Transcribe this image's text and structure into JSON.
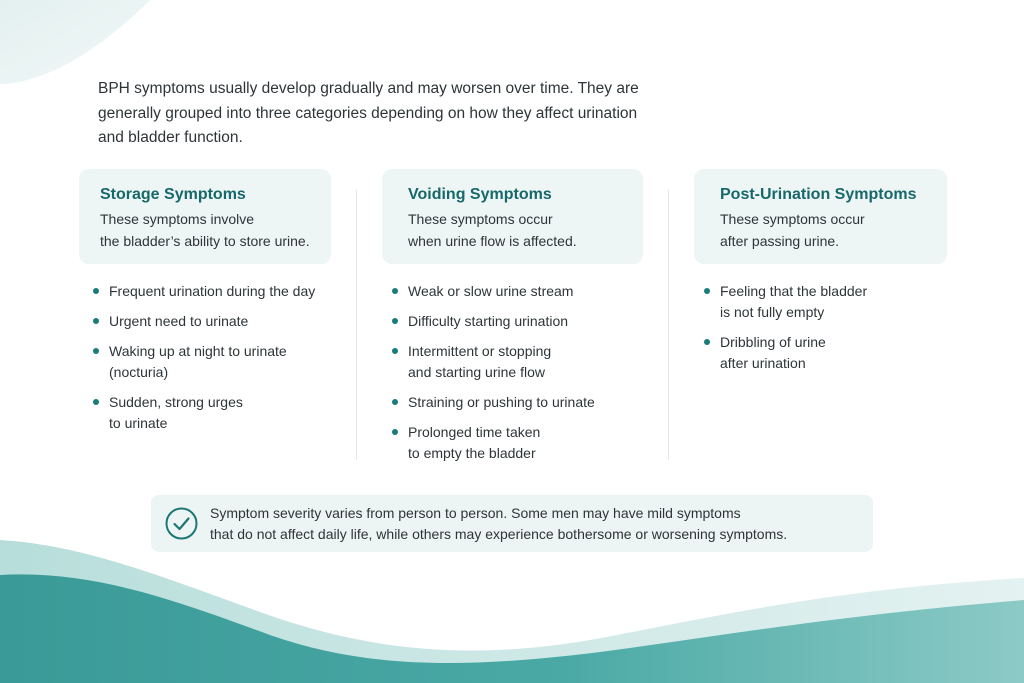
{
  "intro": {
    "line1": "BPH symptoms usually develop gradually and may worsen over time. They are",
    "line2": "generally grouped into three categories depending on how they affect urination",
    "line3": "and bladder function."
  },
  "categories": [
    {
      "title": "Storage Symptoms",
      "desc_line1": "These symptoms involve",
      "desc_line2": "the bladder’s ability to store urine.",
      "items": [
        {
          "line1": "Frequent urination during the day"
        },
        {
          "line1": "Urgent need to urinate"
        },
        {
          "line1": "Waking up at night to urinate",
          "line2": "(nocturia)"
        },
        {
          "line1": "Sudden, strong urges",
          "line2": "to urinate"
        }
      ]
    },
    {
      "title": "Voiding Symptoms",
      "desc_line1": "These symptoms occur",
      "desc_line2": "when urine flow is affected.",
      "items": [
        {
          "line1": "Weak or slow urine stream"
        },
        {
          "line1": "Difficulty starting urination"
        },
        {
          "line1": "Intermittent or stopping",
          "line2": "and starting urine flow"
        },
        {
          "line1": "Straining or pushing to urinate"
        },
        {
          "line1": "Prolonged time taken",
          "line2": "to empty the bladder"
        }
      ]
    },
    {
      "title": "Post-Urination Symptoms",
      "desc_line1": "These symptoms occur",
      "desc_line2": "after passing urine.",
      "items": [
        {
          "line1": "Feeling that the bladder",
          "line2": "is not fully empty"
        },
        {
          "line1": "Dribbling of urine",
          "line2": "after urination"
        }
      ]
    }
  ],
  "note": {
    "icon": "check-circle-icon",
    "line1": "Symptom severity varies from person to person. Some men may have mild symptoms",
    "line2": "that do not affect daily life, while others may experience bothersome or worsening symptoms."
  },
  "colors": {
    "accent": "#17686a",
    "card_bg": "#edf5f5",
    "wave_dark": "#3e9f9b",
    "wave_light": "#cfe8e6"
  }
}
